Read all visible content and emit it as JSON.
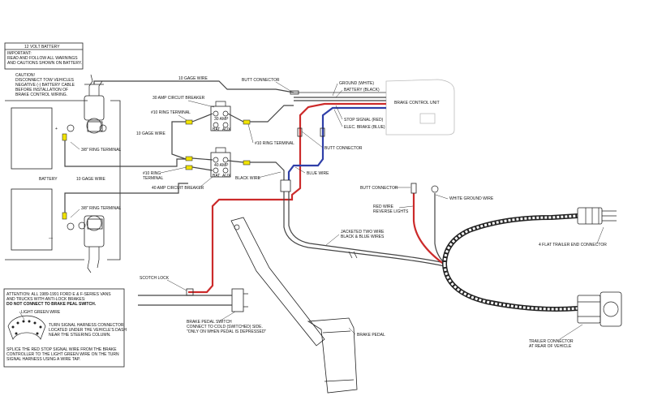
{
  "colors": {
    "red_wire": "#cc2b2b",
    "blue_wire": "#2f3fa8",
    "terminal_yellow": "#f2e400",
    "outline": "#222222"
  },
  "battery_box": {
    "title": "12 VOLT BATTERY",
    "note_lines": [
      "IMPORTANT:",
      "READ AND FOLLOW ALL WARNINGS",
      "AND CAUTIONS SHOWN ON BATTERY."
    ]
  },
  "caution": {
    "lines": [
      "CAUTION!",
      "DISCONNECT TOW VEHICLES",
      "NEGATIVE (-) BATTERY CABLE",
      "BEFORE INSTALLATION OF",
      "BRAKE CONTROL WIRING."
    ]
  },
  "battery": {
    "label": "BATTERY",
    "positive_symbol": "+",
    "negative_symbol": "—"
  },
  "labels": {
    "ring_terminal_top": "3/8\" RING TERMINAL",
    "ring_terminal_bottom": "3/8\" RING TERMINAL",
    "gage_wire_battery": "10 GAGE WIRE",
    "gage_wire_top": "10 GAGE WIRE",
    "gage_wire_mid": "10 GAGE WIRE",
    "breaker_30": "30 AMP CIRCUIT BREAKER",
    "breaker_40": "40 AMP CIRCUIT BREAKER",
    "ring10_a": "#10 RING TERMINAL",
    "ring10_b": "#10 RING TERMINAL",
    "ring10_c_line1": "#10 RING",
    "ring10_c_line2": "TERMINAL",
    "black_wire": "BLACK WIRE",
    "butt_connector_top": "BUTT CONNECTOR",
    "butt_connector_mid": "BUTT CONNECTOR",
    "butt_connector_low": "BUTT CONNECTOR",
    "ground_white": "GROUND (WHITE)",
    "battery_black": "BATTERY (BLACK)",
    "brake_control_unit": "BRAKE CONTROL UNIT",
    "stop_signal_red": "STOP SIGNAL (RED)",
    "elec_brake_blue": "ELEC. BRAKE (BLUE)",
    "blue_wire": "BLUE WIRE",
    "white_ground_wire": "WHITE GROUND WIRE",
    "red_wire_line1": "RED WIRE",
    "red_wire_line2": "REVERSE LIGHTS",
    "jacketed_line1": "JACKETED TWO WIRE",
    "jacketed_line2": "BLACK & BLUE WIRES",
    "four_flat": "4 FLAT TRAILER END CONNECTOR",
    "scotch_lock": "SCOTCH LOCK",
    "brake_pedal_switch_1": "BRAKE PEDAL SWITCH",
    "brake_pedal_switch_2": "CONNECT TO COLD (SWITCHED) SIDE.",
    "brake_pedal_switch_3": "\"ONLY ON WHEN PEDAL IS DEPRESSED\"",
    "brake_pedal": "BRAKE PEDAL",
    "trailer_connector_1": "TRAILER CONNECTOR",
    "trailer_connector_2": "AT REAR OF VEHICLE",
    "breaker_30_marks": [
      "30 AMP",
      "BAT",
      "AUX"
    ],
    "breaker_40_marks": [
      "40 AMP",
      "BAT",
      "AUX"
    ]
  },
  "attention": {
    "lines": [
      "ATTENTION: ALL 1989-1991 FORD E & F-SERIES VANS",
      "AND TRUCKS WITH ANTI-LOCK BRAKES:"
    ],
    "bold_line": "DO NOT CONNECT TO BRAKE PEAL SWITCH.",
    "light_green": "LIGHT GREEN WIRE",
    "harness_lines": [
      "TURN SIGNAL HARNESS CONNECTOR",
      "LOCATED UNDER THE VEHICLE'S DASH",
      "NEAR THE STEERING COLUMN."
    ],
    "splice_lines": [
      "SPLICE THE RED STOP SIGNAL WIRE FROM THE BRAKE",
      "CONTROLLER TO THE LIGHT GREEN WIRE ON THE TURN",
      "SIGNAL HARNESS USING A WIRE TAP."
    ]
  }
}
